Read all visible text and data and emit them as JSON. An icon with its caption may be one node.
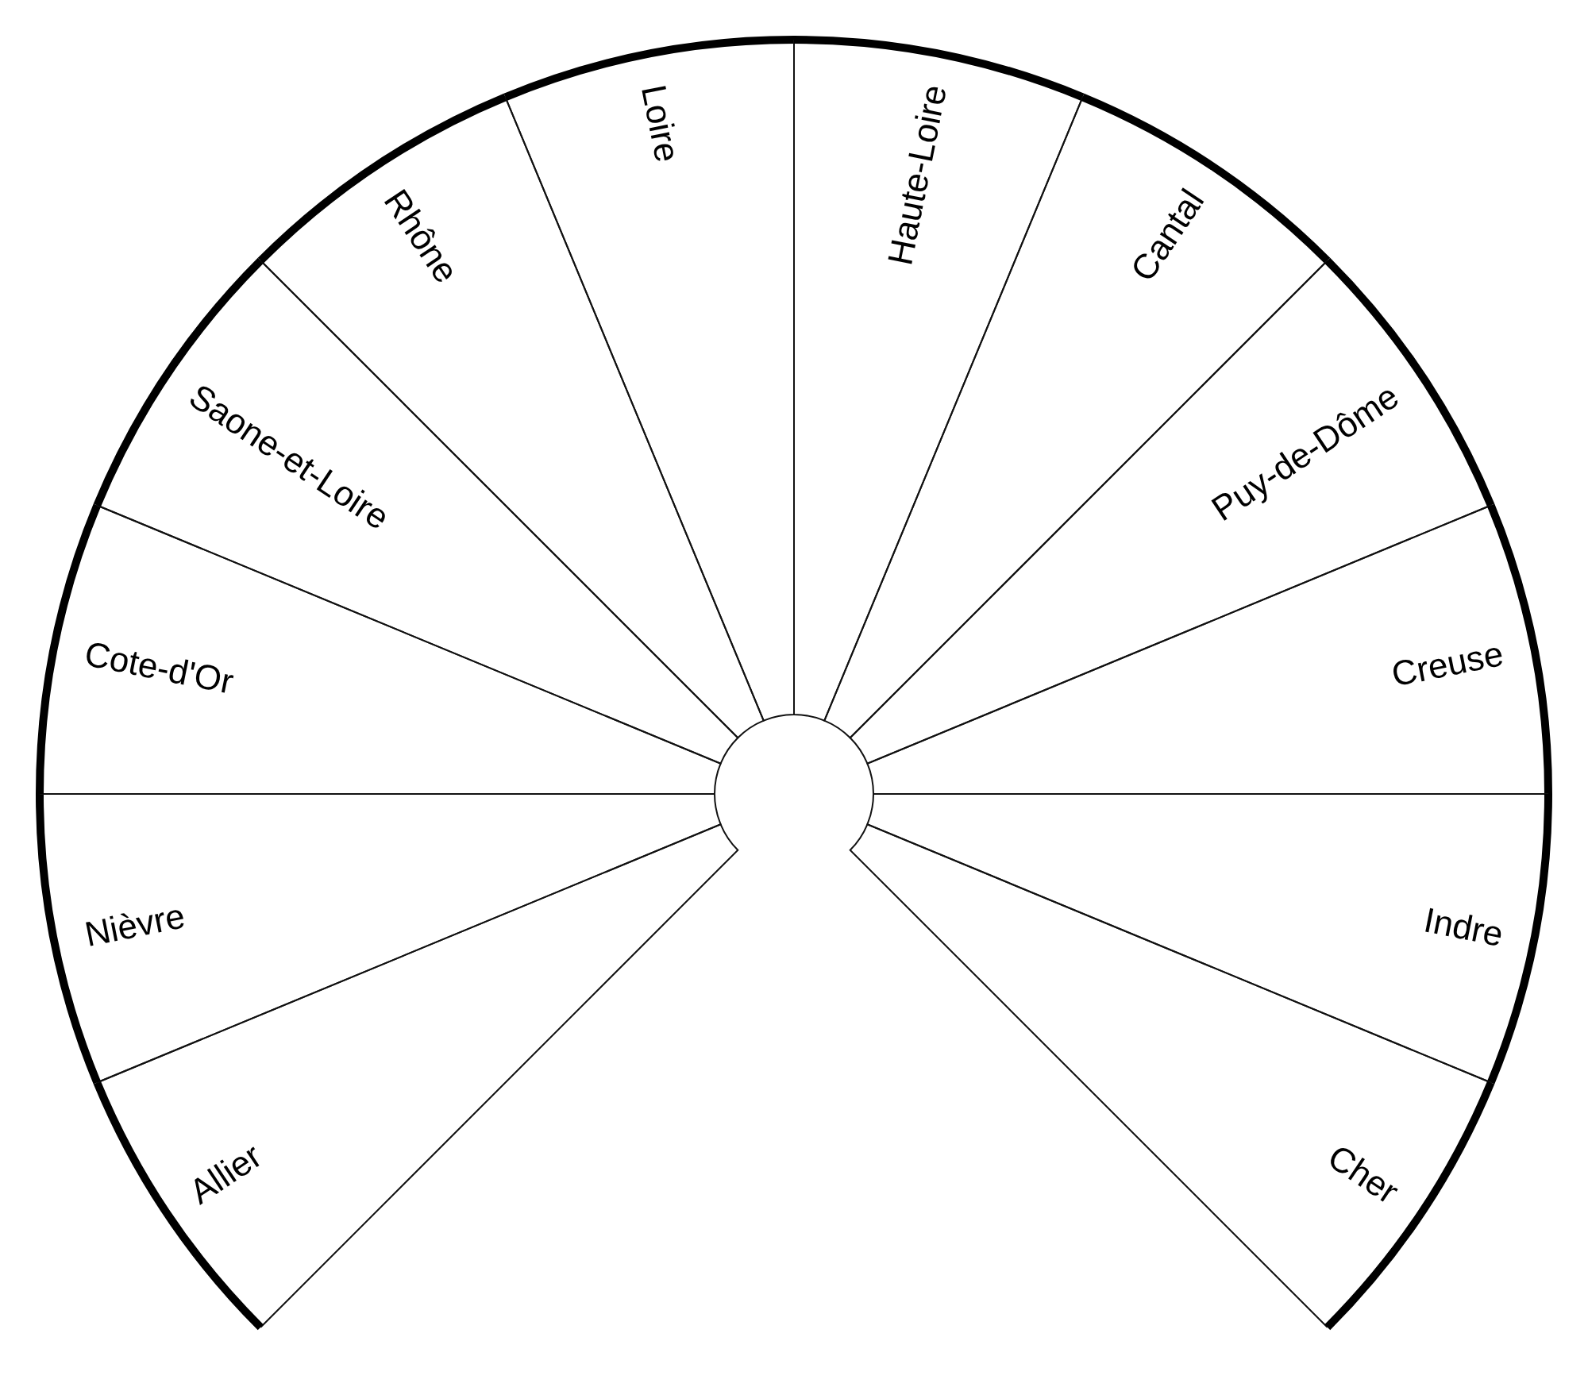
{
  "diagram": {
    "nodes": [
      {
        "text": [
          "Allier"
        ]
      },
      {
        "text": [
          "Nièvre"
        ]
      },
      {
        "text": [
          "Cote-d'Or"
        ]
      },
      {
        "text": [
          "Saone-et-Loire"
        ]
      },
      {
        "text": [
          "Rhône"
        ]
      },
      {
        "text": [
          "Loire"
        ]
      },
      {
        "text": [
          "Haute-Loire"
        ]
      },
      {
        "text": [
          "Cantal"
        ]
      },
      {
        "text": [
          "Puy-de-Dôme"
        ]
      },
      {
        "text": [
          "Creuse"
        ]
      },
      {
        "text": [
          "Indre"
        ]
      },
      {
        "text": [
          "Cher"
        ]
      }
    ]
  }
}
